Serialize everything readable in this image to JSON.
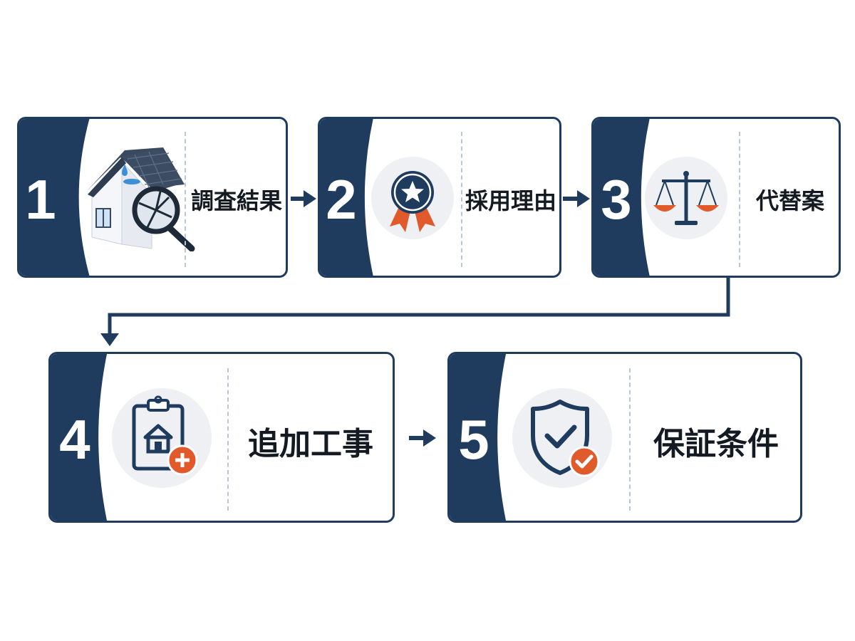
{
  "steps": [
    {
      "number": "1",
      "label": "調査結果",
      "icon": "house-inspection-magnifier-icon"
    },
    {
      "number": "2",
      "label": "採用理由",
      "icon": "award-ribbon-star-icon"
    },
    {
      "number": "3",
      "label": "代替案",
      "icon": "balance-scale-icon"
    },
    {
      "number": "4",
      "label": "追加工事",
      "icon": "clipboard-house-plus-icon"
    },
    {
      "number": "5",
      "label": "保証条件",
      "icon": "shield-check-icon"
    }
  ],
  "colors": {
    "navy": "#1f3b5e",
    "accent": "#e05a2b",
    "icon_bg": "#eef0f3",
    "divider": "#b9c6d6"
  }
}
